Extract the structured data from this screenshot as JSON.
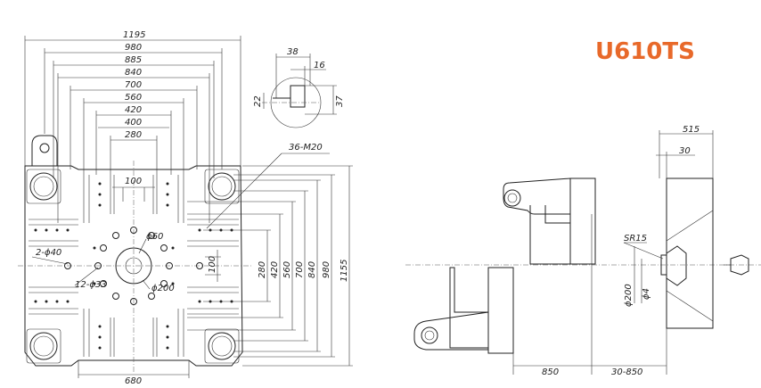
{
  "model": "U610TS",
  "colors": {
    "title": "#e8692a",
    "line": "#222222"
  },
  "platen_widths": [
    "1195",
    "980",
    "885",
    "840",
    "700",
    "560",
    "420",
    "400",
    "280"
  ],
  "platen_heights": [
    "280",
    "420",
    "560",
    "700",
    "840",
    "980",
    "1155"
  ],
  "labels": {
    "threads": "36-M20",
    "slot_100_top": "100",
    "slot_100_side": "100",
    "center_ring": "ϕ60",
    "bolt_circle": "ϕ200",
    "holes_40": "2-ϕ40",
    "holes_33": "12-ϕ33",
    "bottom_width": "680"
  },
  "tslot": {
    "width": "38",
    "head": "16",
    "depth_a": "22",
    "depth_b": "37"
  },
  "side_view": {
    "top_a": "515",
    "top_b": "30",
    "radius": "SR15",
    "dia_200": "ϕ200",
    "dia_4": "ϕ4",
    "stroke": "850",
    "range": "30-850"
  }
}
